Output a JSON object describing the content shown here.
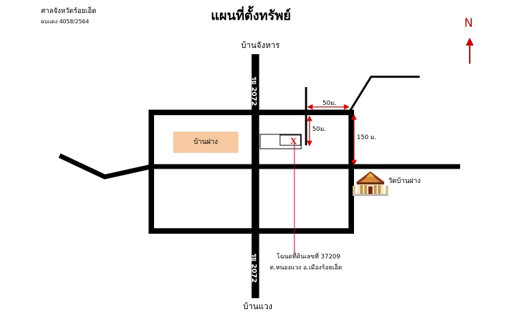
{
  "header": {
    "court": "ศาลจังหวัดร้อยเอ็ด",
    "case_no": "ผบแดง 4058/2564",
    "title": "แผนที่ตั้งทรัพย์"
  },
  "north_label": "N",
  "places": {
    "top": "บ้านจังหาร",
    "bottom": "บ้านแวง",
    "village": "บ้านฝาง",
    "temple": "วัดบ้านฝาง"
  },
  "roads": {
    "route_top": "รย 2072",
    "route_bottom": "รย 2072"
  },
  "distances": {
    "d1": "50ม.",
    "d2": "50ม.",
    "d3": "150 ม."
  },
  "property": {
    "mark": "X",
    "deed_line": "โฉนดที่ดินเลขที่ 37209",
    "location_line": "ต.หนองแวง  อ.เมืองร้อยเอ็ด"
  },
  "colors": {
    "road": "#000000",
    "dimension": "#e00000",
    "village_fill": "#f7c9a0",
    "north_arrow": "#d00000"
  }
}
